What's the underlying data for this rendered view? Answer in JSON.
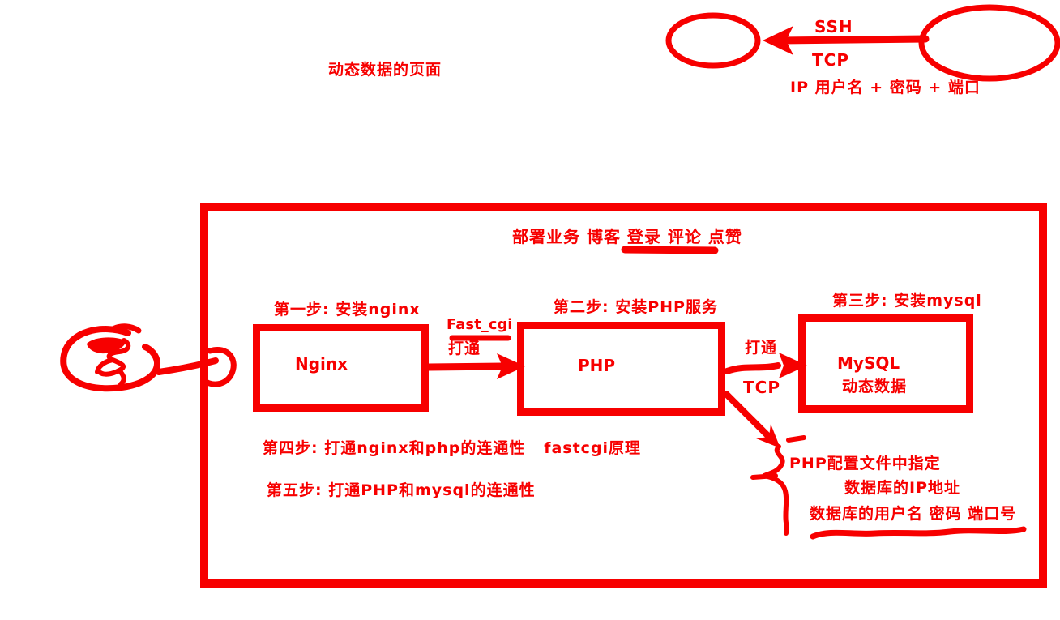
{
  "colors": {
    "ink": "#f70000",
    "background": "#ffffff"
  },
  "annotations": {
    "page_note": "动态数据的页面"
  },
  "remote_access": {
    "protocol_top": "SSH",
    "protocol_bottom": "TCP",
    "credentials": "IP 用户名 + 密码 + 端口"
  },
  "deployment": {
    "business_line": "部署业务 博客 登录 评论 点赞",
    "step1": "第一步: 安装nginx",
    "step2": "第二步: 安装PHP服务",
    "step3": "第三步: 安装mysql",
    "step4": "第四步: 打通nginx和php的连通性   fastcgi原理",
    "step5": "第五步: 打通PHP和mysql的连通性",
    "nodes": {
      "nginx": "Nginx",
      "php": "PHP",
      "mysql": "MySQL",
      "mysql_sub": "动态数据"
    },
    "links": {
      "nginx_php_protocol": "Fast_cgi",
      "nginx_php_action": "打通",
      "php_mysql_action": "打通",
      "php_mysql_protocol": "TCP"
    },
    "php_config": {
      "line1": "PHP配置文件中指定",
      "line2": "数据库的IP地址",
      "line3": "数据库的用户名 密码 端口号"
    }
  }
}
